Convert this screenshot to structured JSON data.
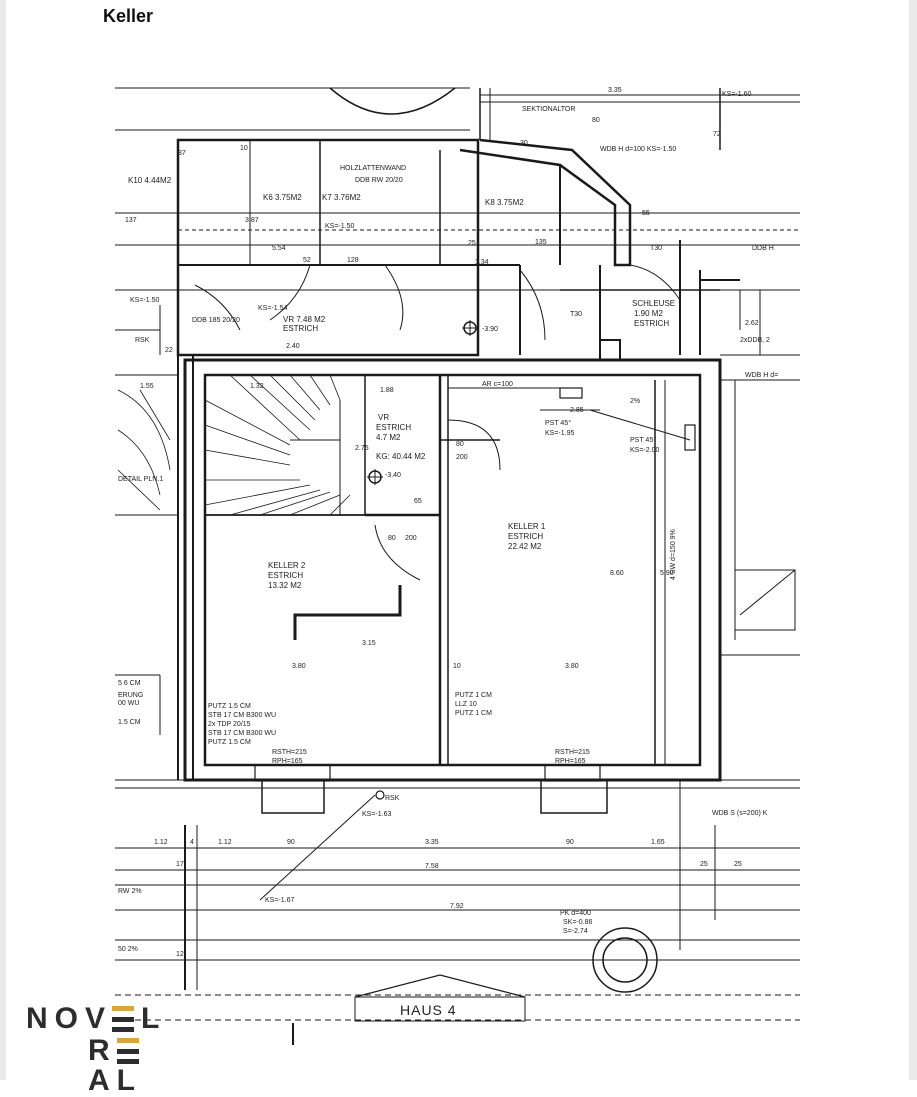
{
  "page": {
    "title": "Keller"
  },
  "plan": {
    "rooms": [
      {
        "id": "k10",
        "label": "K10 4.44M2"
      },
      {
        "id": "k6",
        "label": "K6 3.75M2"
      },
      {
        "id": "k7",
        "label": "K7 3.76M2"
      },
      {
        "id": "k8",
        "label": "K8 3.75M2"
      },
      {
        "id": "vr-top",
        "label": "VR 7.48 M2"
      },
      {
        "id": "vr-top-sub",
        "label": "ESTRICH"
      },
      {
        "id": "schleuse",
        "label": "SCHLEUSE"
      },
      {
        "id": "schleuse-area",
        "label": "1.90 M2"
      },
      {
        "id": "schleuse-sub",
        "label": "ESTRICH"
      },
      {
        "id": "vr",
        "label": "VR"
      },
      {
        "id": "vr-sub",
        "label": "ESTRICH"
      },
      {
        "id": "vr-area",
        "label": "4.7 M2"
      },
      {
        "id": "kg",
        "label": "KG: 40.44 M2"
      },
      {
        "id": "keller1",
        "label": "KELLER 1"
      },
      {
        "id": "keller1-sub",
        "label": "ESTRICH"
      },
      {
        "id": "keller1-area",
        "label": "22.42 M2"
      },
      {
        "id": "keller2",
        "label": "KELLER 2"
      },
      {
        "id": "keller2-sub",
        "label": "ESTRICH"
      },
      {
        "id": "keller2-area",
        "label": "13.32 M2"
      }
    ],
    "notes": [
      {
        "id": "sektionaltor",
        "text": "SEKTIONALTOR"
      },
      {
        "id": "holzlattenwand",
        "text": "HOLZLATTENWAND"
      },
      {
        "id": "ddb-rw",
        "text": "DDB RW 20/20"
      },
      {
        "id": "wdb-top",
        "text": "WDB H d=100 KS=-1.50"
      },
      {
        "id": "ks-160",
        "text": "KS=-1.60"
      },
      {
        "id": "ks-150-left",
        "text": "KS=-1.50"
      },
      {
        "id": "ks-150-mid",
        "text": "KS=-1.50"
      },
      {
        "id": "ks-154",
        "text": "KS=-1.54"
      },
      {
        "id": "ddb-bottom",
        "text": "DDB 185 20/20"
      },
      {
        "id": "rsk",
        "text": "RSK"
      },
      {
        "id": "ddb-h-right",
        "text": "DDB H"
      },
      {
        "id": "t30-right",
        "text": "T30"
      },
      {
        "id": "t30-left",
        "text": "T30"
      },
      {
        "id": "ddb-2x",
        "text": "2xDDB, 2"
      },
      {
        "id": "wdb-right",
        "text": "WDB H d="
      },
      {
        "id": "ar",
        "text": "AR c=100"
      },
      {
        "id": "pst-1",
        "text": "PST 45°"
      },
      {
        "id": "pst-1-ks",
        "text": "KS=-1.95"
      },
      {
        "id": "pst-2",
        "text": "PST 45°"
      },
      {
        "id": "pst-2-ks",
        "text": "KS=-2.00"
      },
      {
        "id": "sw",
        "text": "4 SW d=150 9%"
      },
      {
        "id": "detail",
        "text": "DETAIL PLN.1"
      },
      {
        "id": "wall-left",
        "text": "PUTZ 1.5 CM"
      },
      {
        "id": "wall-left-2",
        "text": "STB 17 CM B300 WU"
      },
      {
        "id": "wall-left-3",
        "text": "2x TDP 20/15"
      },
      {
        "id": "wall-left-4",
        "text": "STB 17 CM B300 WU"
      },
      {
        "id": "wall-left-5",
        "text": "PUTZ 1.5 CM"
      },
      {
        "id": "wall-right",
        "text": "PUTZ 1 CM"
      },
      {
        "id": "wall-right-2",
        "text": "LLZ 10"
      },
      {
        "id": "wall-right-3",
        "text": "PUTZ 1 CM"
      },
      {
        "id": "rsth-1",
        "text": "RSTH=215"
      },
      {
        "id": "rph-1",
        "text": "RPH=165"
      },
      {
        "id": "rsth-2",
        "text": "RSTH=215"
      },
      {
        "id": "rph-2",
        "text": "RPH=165"
      },
      {
        "id": "ks-163",
        "text": "KS=-1.63"
      },
      {
        "id": "rsk-bottom",
        "text": "RSK"
      },
      {
        "id": "wdb-s",
        "text": "WDB S (s=200) K"
      },
      {
        "id": "ks-167",
        "text": "KS=-1.67"
      },
      {
        "id": "rw",
        "text": "RW 2%"
      },
      {
        "id": "slope",
        "text": "50 2%"
      },
      {
        "id": "pk",
        "text": "PK d=400"
      },
      {
        "id": "pk-sk",
        "text": "SK=-0.86"
      },
      {
        "id": "pk-s",
        "text": "S=-2.74"
      },
      {
        "id": "left-cut-1",
        "text": "5 6 CM"
      },
      {
        "id": "left-cut-2",
        "text": "00 WU"
      },
      {
        "id": "left-cut-3",
        "text": "1.5 CM"
      },
      {
        "id": "left-cut-4",
        "text": "ERUNG"
      },
      {
        "id": "h-390",
        "text": "-3.90"
      },
      {
        "id": "h-340",
        "text": "-3.40"
      }
    ],
    "dimensions": [
      "3.35",
      "80",
      "72",
      "30",
      "10",
      "37",
      "137",
      "3.87",
      "5.54",
      "52",
      "128",
      "2.40",
      "1.34",
      "25",
      "135",
      "55",
      "80",
      "200",
      "2.75",
      "3.80",
      "3.80",
      "3.15",
      "8.60",
      "5.90",
      "1.88",
      "2.85",
      "2%",
      "80",
      "200",
      "65",
      "1.12",
      "4",
      "1.12",
      "90",
      "3.35",
      "90",
      "1.65",
      "7.58",
      "7.92",
      "25",
      "25",
      "2.62",
      "1.32",
      "1.55",
      "17",
      "12",
      "22",
      "10"
    ],
    "label": {
      "building": "HAUS 4"
    }
  },
  "logo": {
    "line1_pre": "NOV",
    "line1_post": "L",
    "line2_pre": "R",
    "line2_post": "AL",
    "accent": "#d7a63c",
    "text": "#2d2d2d"
  }
}
